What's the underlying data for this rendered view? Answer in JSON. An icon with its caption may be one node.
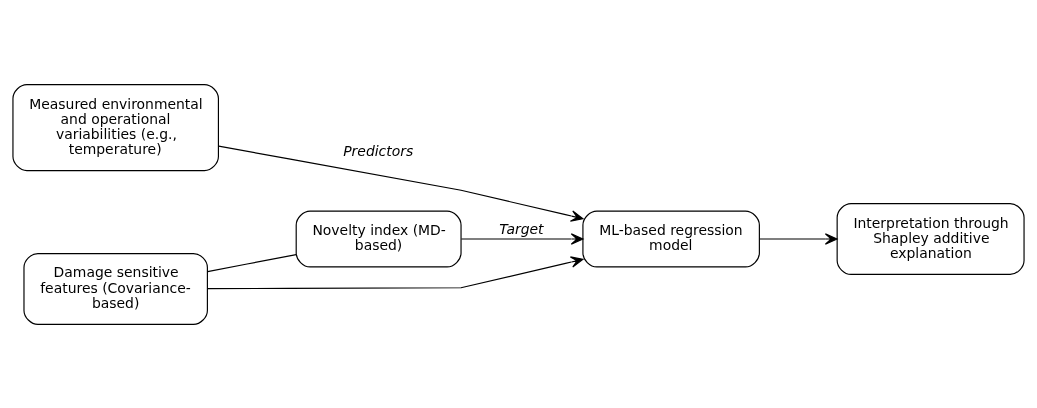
{
  "diagram": {
    "nodes": [
      {
        "text": [
          "Measured environmental and operational variabilities (e.g., temperature)"
        ]
      },
      {
        "text": [
          "Damage sensitive features (Covariance-based)"
        ]
      },
      {
        "text": [
          "Novelty index (MD-based)"
        ]
      },
      {
        "text": [
          "ML-based regression model"
        ]
      },
      {
        "text": [
          "Interpretation through Shapley additive explanation"
        ]
      }
    ],
    "edges": [
      {
        "from": 0,
        "to": 3,
        "arrow": "to",
        "label": "Predictors"
      },
      {
        "from": 1,
        "to": 3,
        "arrow": "to"
      },
      {
        "from": 1,
        "to": 2,
        "arrow": "none"
      },
      {
        "from": 2,
        "to": 3,
        "arrow": "to",
        "label": "Target"
      },
      {
        "from": 3,
        "to": 4,
        "arrow": "to"
      }
    ]
  }
}
